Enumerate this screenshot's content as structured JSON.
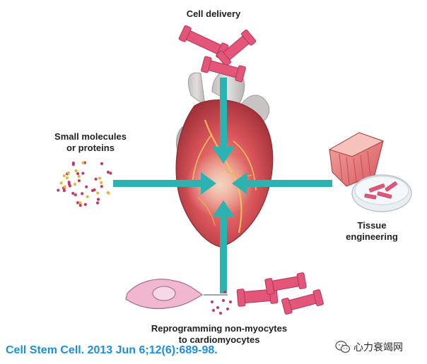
{
  "labels": {
    "cell_delivery": "Cell delivery",
    "small_molecules_line1": "Small molecules",
    "small_molecules_line2": "or proteins",
    "tissue_line1": "Tissue",
    "tissue_line2": "engineering",
    "reprogramming_line1": "Reprogramming non-myocytes",
    "reprogramming_line2": "to cardiomyocytes"
  },
  "citation": "Cell Stem Cell. 2013 Jun 6;12(6):689-98.",
  "watermark": "心力衰竭网",
  "colors": {
    "arrow": "#2ab3b0",
    "heart": "#d9545a",
    "heart_dark": "#a8343b",
    "cardiomyocyte": "#e3567a",
    "citation": "#1a8fe0"
  }
}
